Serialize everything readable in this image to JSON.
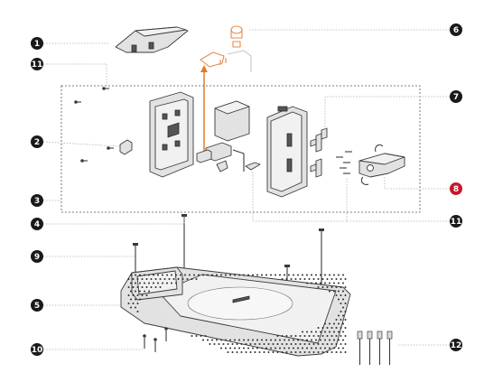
{
  "callouts": [
    {
      "id": "c1",
      "label": "1"
    },
    {
      "id": "c2",
      "label": "2"
    },
    {
      "id": "c3",
      "label": "3"
    },
    {
      "id": "c4",
      "label": "4"
    },
    {
      "id": "c5",
      "label": "5"
    },
    {
      "id": "c6",
      "label": "6"
    },
    {
      "id": "c7",
      "label": "7"
    },
    {
      "id": "c8",
      "label": "8"
    },
    {
      "id": "c9",
      "label": "9"
    },
    {
      "id": "c10",
      "label": "10"
    },
    {
      "id": "c11a",
      "label": "11"
    },
    {
      "id": "c11b",
      "label": "11"
    },
    {
      "id": "c12",
      "label": "12"
    }
  ],
  "colors": {
    "callout_fill": "#1a1a1a",
    "callout_highlight": "#c4192a",
    "highlight_parts": "#e8894a",
    "arrow": "#e07b2c",
    "background": "#ffffff"
  }
}
